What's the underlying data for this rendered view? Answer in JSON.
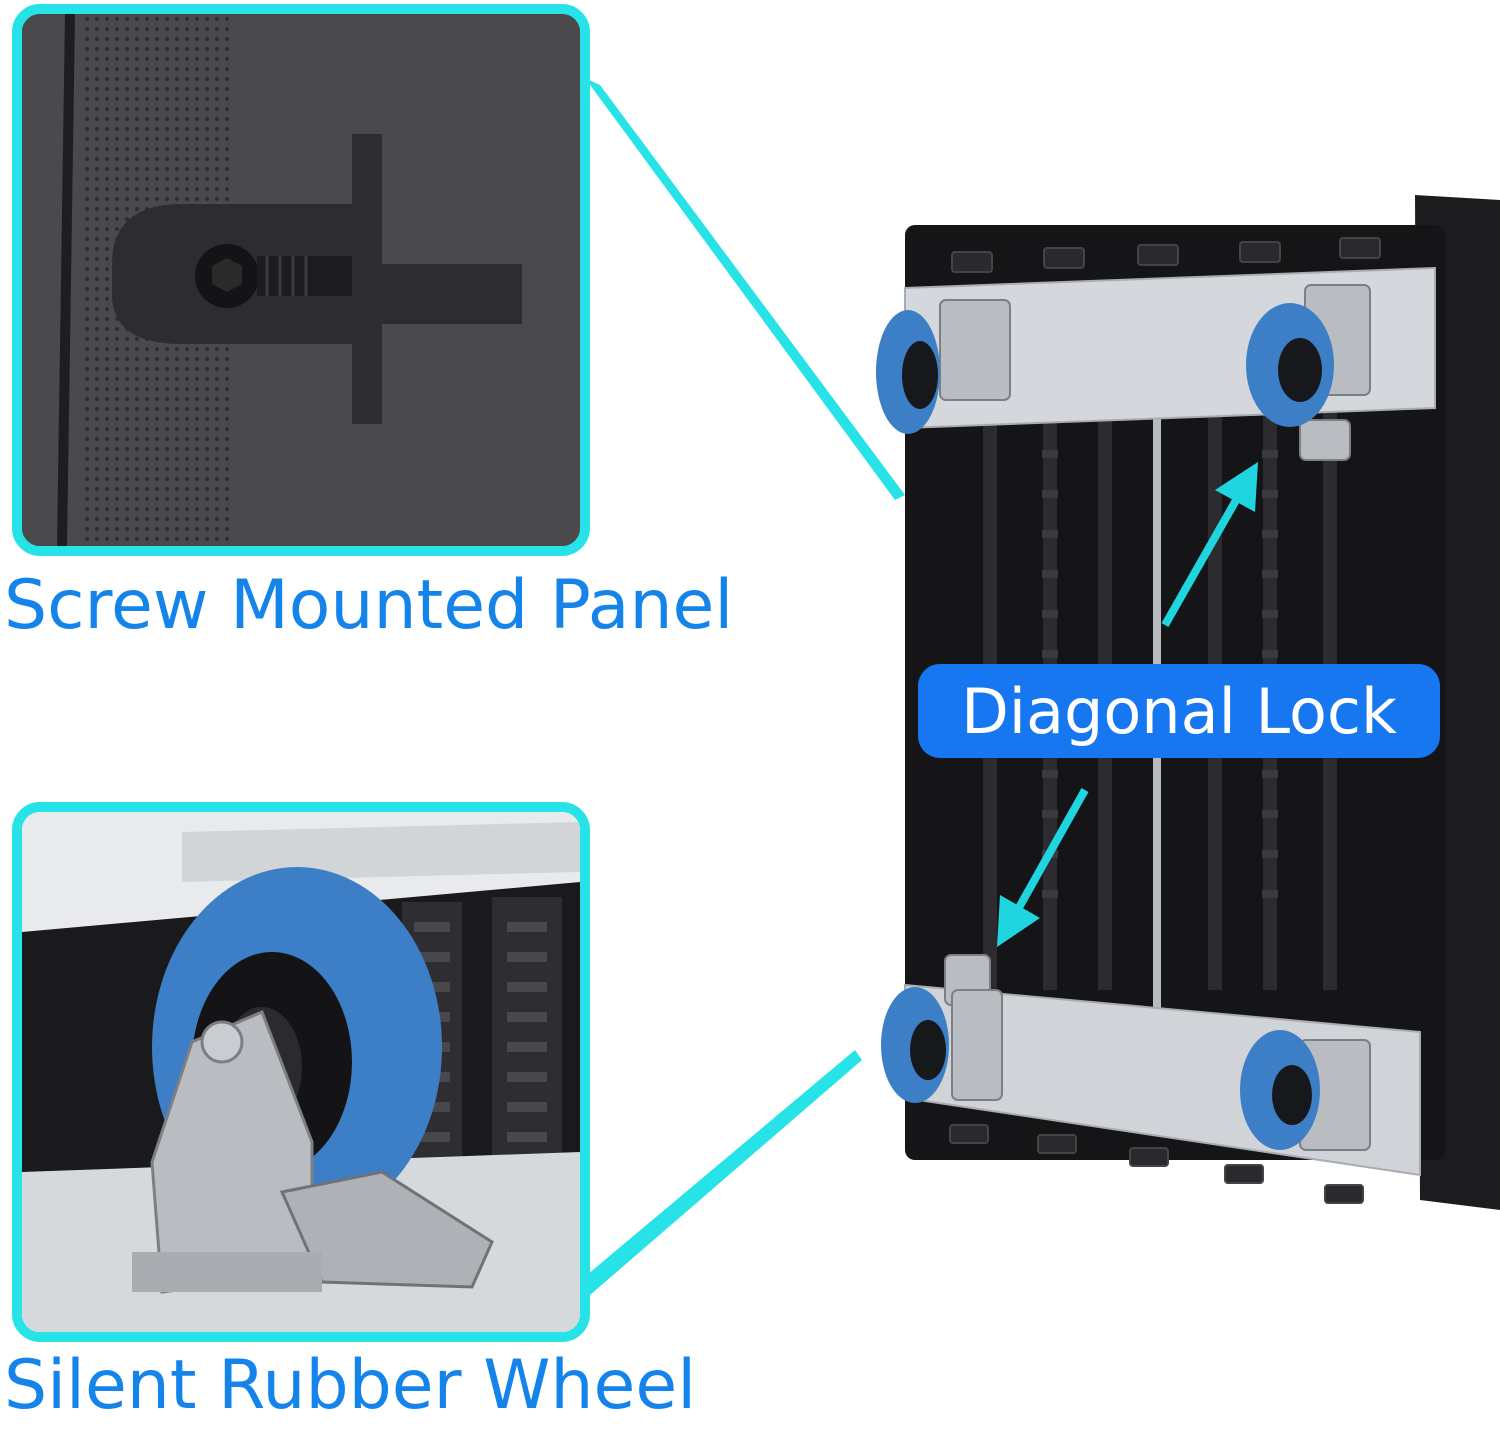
{
  "labels": {
    "screw_mounted_panel": "Screw Mounted Panel",
    "silent_rubber_wheel": "Silent Rubber Wheel",
    "diagonal_lock": "Diagonal Lock"
  },
  "colors": {
    "frame": "#27e3e8",
    "caption_text": "#1584ea",
    "badge_bg": "#1677f0",
    "arrow": "#1fd6e0",
    "wheel": "#3d7fc6",
    "body": "#141416",
    "steel": "#d4d8dc"
  },
  "icons": [
    "callout-arrow-icon",
    "pointer-arrow-icon"
  ]
}
